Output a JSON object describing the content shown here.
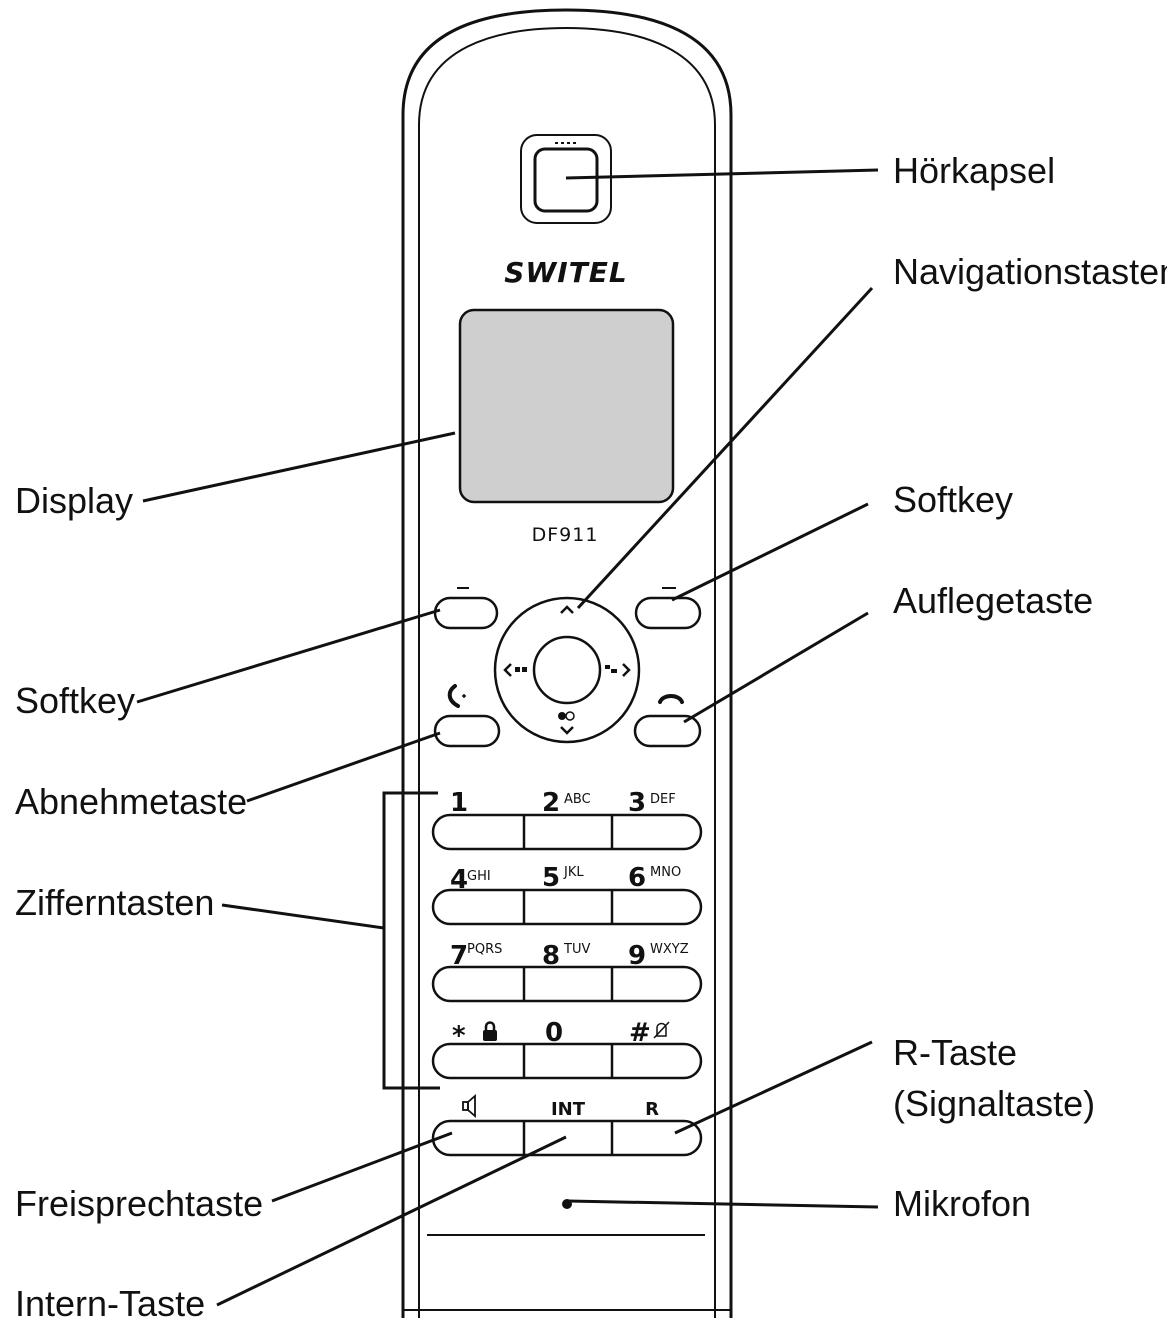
{
  "phone": {
    "brand": "SWITEL",
    "model": "DF911",
    "keys": [
      {
        "digit": "1",
        "letters": ""
      },
      {
        "digit": "2",
        "letters": "ABC"
      },
      {
        "digit": "3",
        "letters": "DEF"
      },
      {
        "digit": "4",
        "letters": "GHI"
      },
      {
        "digit": "5",
        "letters": "JKL"
      },
      {
        "digit": "6",
        "letters": "MNO"
      },
      {
        "digit": "7",
        "letters": "PQRS"
      },
      {
        "digit": "8",
        "letters": "TUV"
      },
      {
        "digit": "9",
        "letters": "WXYZ"
      },
      {
        "digit": "*",
        "letters": ""
      },
      {
        "digit": "0",
        "letters": ""
      },
      {
        "digit": "#",
        "letters": ""
      }
    ],
    "int_label": "INT",
    "r_label": "R"
  },
  "labels": {
    "hoerkapsel": "Hörkapsel",
    "navigationstasten": "Navigationstasten",
    "display": "Display",
    "softkey_right": "Softkey",
    "auflegetaste": "Auflegetaste",
    "softkey_left": "Softkey",
    "abnehmetaste": "Abnehmetaste",
    "zifferntasten": "Zifferntasten",
    "r_taste_line1": "R-Taste",
    "r_taste_line2": "(Signaltaste)",
    "freisprechtaste": "Freisprechtaste",
    "mikrofon": "Mikrofon",
    "intern_taste": "Intern-Taste"
  },
  "icons": {
    "lock": "lock-icon",
    "mute": "mute-bell-icon",
    "speaker": "speaker-icon",
    "call": "handset-pickup-icon",
    "hangup": "handset-hangup-icon"
  }
}
